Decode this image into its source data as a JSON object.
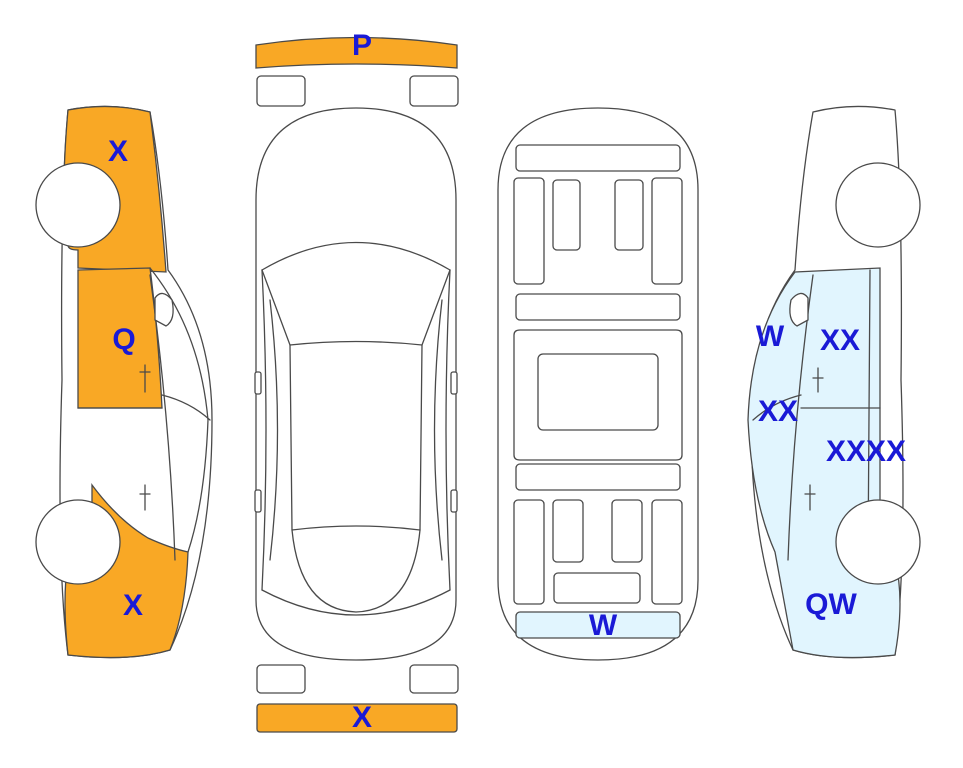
{
  "colors": {
    "damage_orange": "#F9A825",
    "damage_light_blue": "#E1F5FE",
    "outline": "#4a4a4a",
    "label_blue": "#1a1ad6"
  },
  "labels": {
    "front_bumper": "P",
    "rear_bumper": "X",
    "left_front_fender": "X",
    "left_front_door": "Q",
    "left_rear_quarter": "X",
    "underbody_rear": "W",
    "right_mirror": "W",
    "right_front_door_upper": "XX",
    "right_front_door_lower": "XX",
    "right_rear_door": "XXXX",
    "right_rear_quarter": "QW"
  }
}
